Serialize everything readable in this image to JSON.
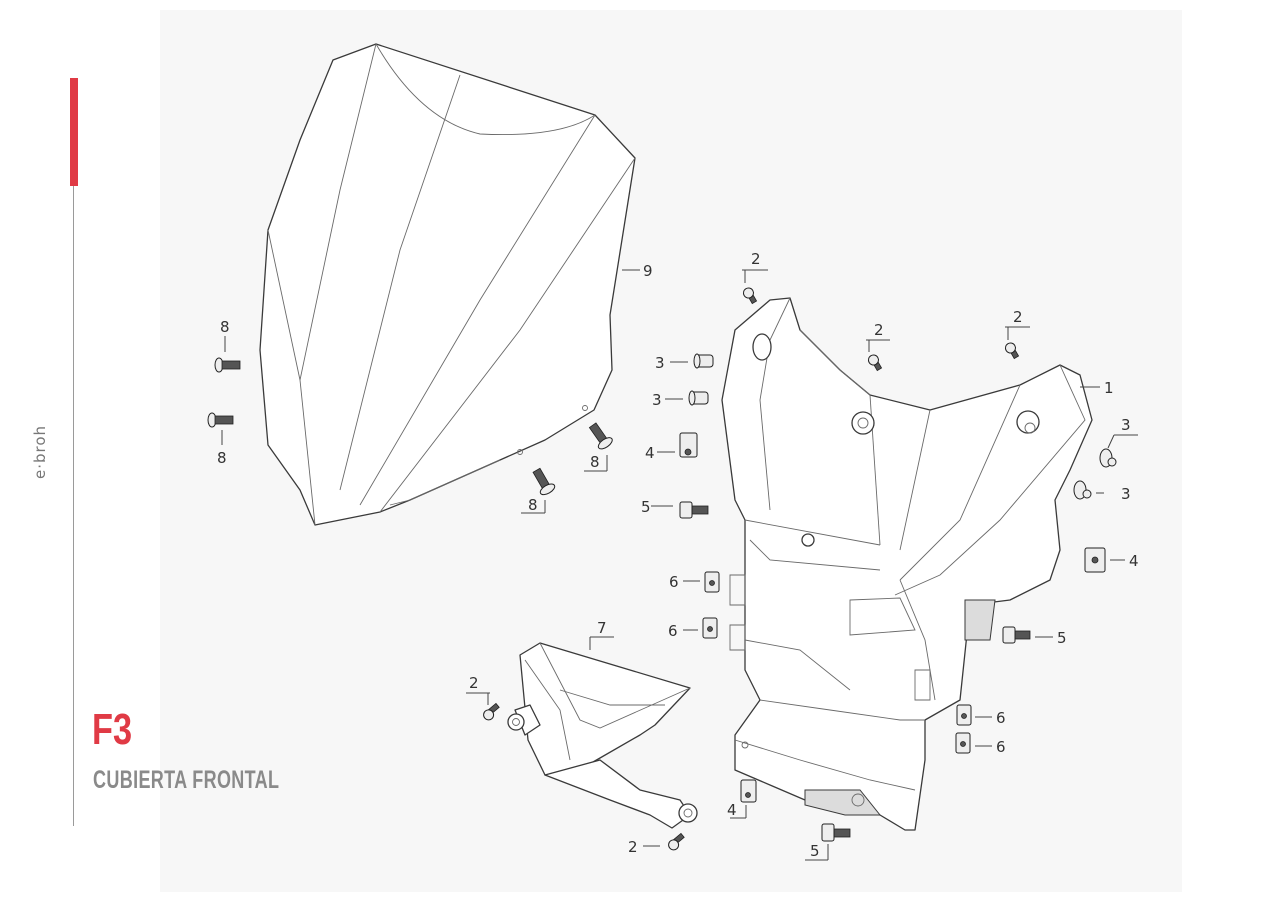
{
  "brand": "e·broh",
  "section_code": "F3",
  "section_title": "CUBIERTA FRONTAL",
  "accent_color": "#e03a45",
  "callouts": [
    "1",
    "2",
    "2",
    "2",
    "2",
    "2",
    "3",
    "3",
    "3",
    "3",
    "4",
    "4",
    "4",
    "5",
    "5",
    "5",
    "6",
    "6",
    "6",
    "6",
    "7",
    "8",
    "8",
    "8",
    "8",
    "9"
  ]
}
